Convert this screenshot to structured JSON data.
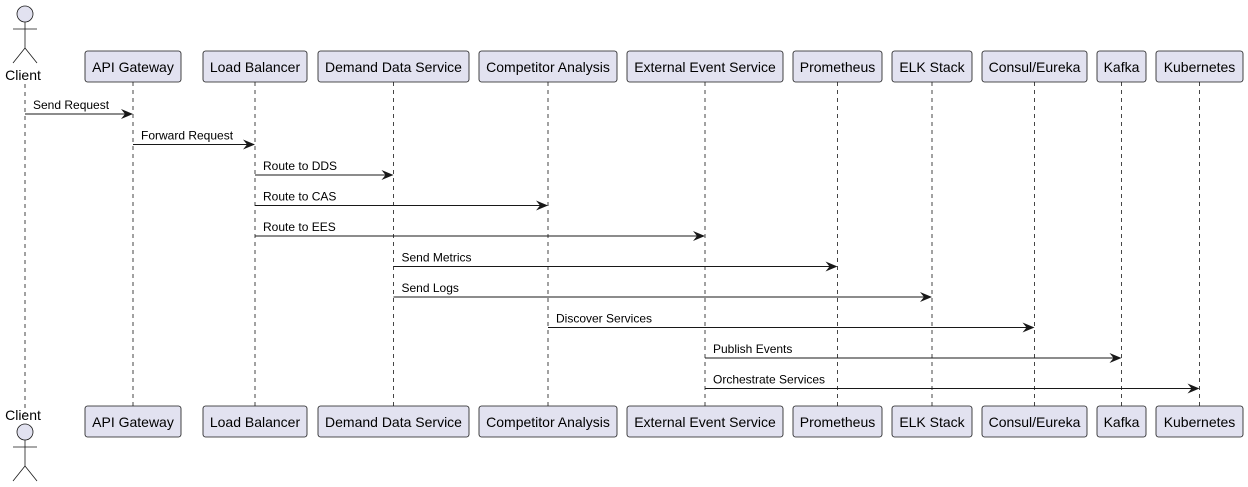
{
  "colors": {
    "participant_fill": "#e2e2f0",
    "participant_stroke": "#181818",
    "lifeline": "#181818",
    "arrow": "#181818",
    "text": "#000000"
  },
  "diagram": {
    "type": "sequence",
    "actors": [
      {
        "id": "client",
        "label": "Client",
        "kind": "actor"
      }
    ],
    "participants": [
      {
        "id": "gw",
        "label": "API Gateway"
      },
      {
        "id": "lb",
        "label": "Load Balancer"
      },
      {
        "id": "dds",
        "label": "Demand Data Service"
      },
      {
        "id": "cas",
        "label": "Competitor Analysis"
      },
      {
        "id": "ees",
        "label": "External Event Service"
      },
      {
        "id": "prom",
        "label": "Prometheus"
      },
      {
        "id": "elk",
        "label": "ELK Stack"
      },
      {
        "id": "consul",
        "label": "Consul/Eureka"
      },
      {
        "id": "kafka",
        "label": "Kafka"
      },
      {
        "id": "k8s",
        "label": "Kubernetes"
      }
    ],
    "messages": [
      {
        "from": "client",
        "to": "gw",
        "label": "Send Request"
      },
      {
        "from": "gw",
        "to": "lb",
        "label": "Forward Request"
      },
      {
        "from": "lb",
        "to": "dds",
        "label": "Route to DDS"
      },
      {
        "from": "lb",
        "to": "cas",
        "label": "Route to CAS"
      },
      {
        "from": "lb",
        "to": "ees",
        "label": "Route to EES"
      },
      {
        "from": "dds",
        "to": "prom",
        "label": "Send Metrics"
      },
      {
        "from": "dds",
        "to": "elk",
        "label": "Send Logs"
      },
      {
        "from": "cas",
        "to": "consul",
        "label": "Discover Services"
      },
      {
        "from": "ees",
        "to": "kafka",
        "label": "Publish Events"
      },
      {
        "from": "ees",
        "to": "k8s",
        "label": "Orchestrate Services"
      }
    ]
  }
}
